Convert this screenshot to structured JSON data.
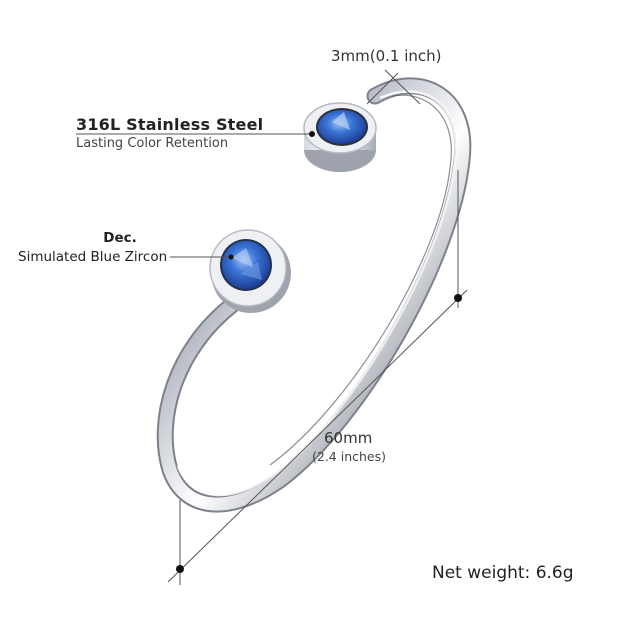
{
  "annotations": {
    "thickness": "3mm(0.1 inch)",
    "material": {
      "title": "316L Stainless Steel",
      "subtitle": "Lasting Color Retention"
    },
    "stone": {
      "prefix": "Dec.",
      "name": "Simulated Blue Zircon"
    },
    "diameter": {
      "metric": "60mm",
      "imperial": "(2.4 inches)"
    },
    "net_weight": "Net weight: 6.6g"
  },
  "product": {
    "type": "open cuff bangle",
    "metal_color": "#c9ccd3",
    "stone_color": "#2f63c8"
  }
}
